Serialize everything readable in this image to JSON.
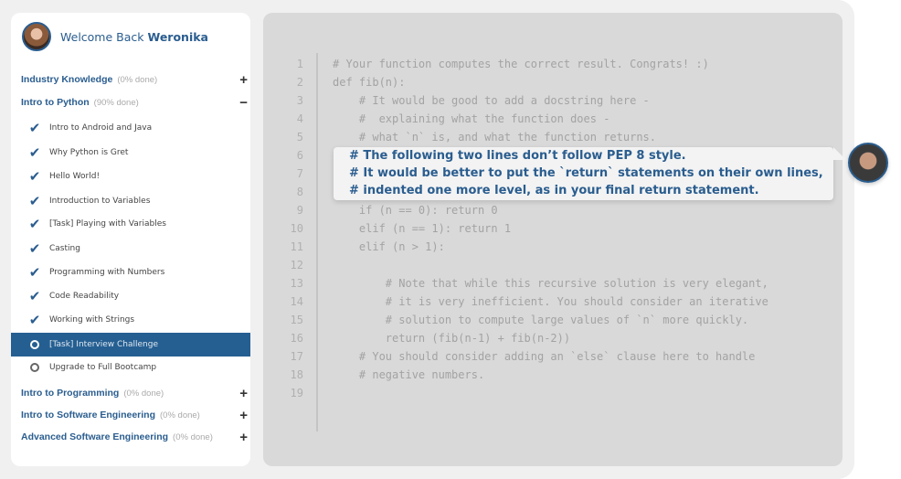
{
  "sidebar": {
    "welcome_prefix": "Welcome Back",
    "user_name": "Weronika",
    "sections": [
      {
        "title": "Industry Knowledge",
        "progress": "(0% done)",
        "toggle": "+"
      },
      {
        "title": "Intro to Python",
        "progress": "(90% done)",
        "toggle": "−"
      },
      {
        "title": "Intro to Programming",
        "progress": "(0% done)",
        "toggle": "+"
      },
      {
        "title": "Intro to Software Engineering",
        "progress": "(0% done)",
        "toggle": "+"
      },
      {
        "title": "Advanced Software Engineering",
        "progress": "(0% done)",
        "toggle": "+"
      }
    ],
    "lessons": [
      {
        "label": "Intro to Android and Java",
        "status": "done"
      },
      {
        "label": "Why Python is Gret",
        "status": "done"
      },
      {
        "label": "Hello World!",
        "status": "done"
      },
      {
        "label": "Introduction to Variables",
        "status": "done"
      },
      {
        "label": "[Task] Playing with Variables",
        "status": "done"
      },
      {
        "label": "Casting",
        "status": "done"
      },
      {
        "label": "Programming with Numbers",
        "status": "done"
      },
      {
        "label": "Code Readability",
        "status": "done"
      },
      {
        "label": "Working with Strings",
        "status": "done"
      },
      {
        "label": "[Task] Interview Challenge",
        "status": "current"
      },
      {
        "label": "Upgrade to Full Bootcamp",
        "status": "todo"
      }
    ]
  },
  "code": {
    "line_numbers": [
      "1",
      "2",
      "3",
      "4",
      "5",
      "6",
      "7",
      "8",
      "9",
      "10",
      "11",
      "12",
      "13",
      "14",
      "15",
      "16",
      "17",
      "18",
      "19"
    ],
    "lines": [
      "# Your function computes the correct result. Congrats! :)",
      "def fib(n):",
      "    # It would be good to add a docstring here -",
      "    #  explaining what the function does -",
      "    # what `n` is, and what the function returns.",
      "",
      "",
      "",
      "    if (n == 0): return 0",
      "    elif (n == 1): return 1",
      "    elif (n > 1):",
      "",
      "        # Note that while this recursive solution is very elegant,",
      "        # it is very inefficient. You should consider an iterative",
      "        # solution to compute large values of `n` more quickly.",
      "        return (fib(n-1) + fib(n-2))",
      "    # You should consider adding an `else` clause here to handle",
      "    # negative numbers.",
      ""
    ]
  },
  "comment": {
    "lines": [
      "# The following two lines don’t follow PEP 8 style.",
      "# It would be better to put the `return` statements on their own lines,",
      "# indented one more level, as in your final return statement."
    ]
  },
  "colors": {
    "accent": "#2a5d8f",
    "selected": "#255f92"
  }
}
